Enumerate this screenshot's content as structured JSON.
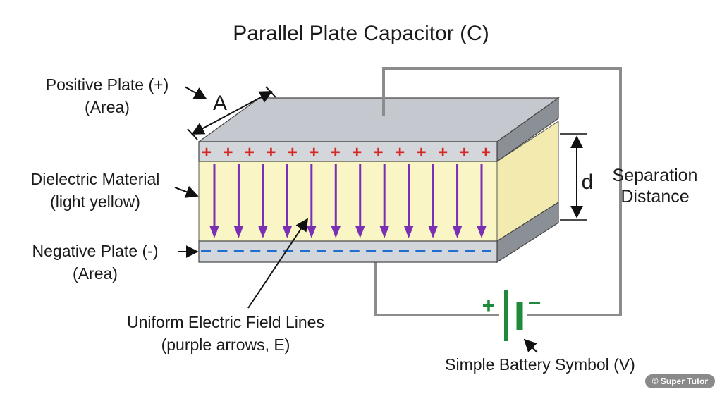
{
  "title": "Parallel Plate Capacitor (C)",
  "labels": {
    "positive_plate": [
      "Positive Plate (+)",
      "(Area)"
    ],
    "area_symbol": "A",
    "dielectric": [
      "Dielectric Material",
      "(light yellow)"
    ],
    "negative_plate": [
      "Negative Plate (-)",
      "(Area)"
    ],
    "field_lines": [
      "Uniform Electric Field Lines",
      "(purple arrows, E)"
    ],
    "distance_symbol": "d",
    "separation": [
      "Separation",
      "Distance"
    ],
    "battery": "Simple Battery Symbol (V)",
    "battery_plus": "+",
    "battery_minus": "−",
    "watermark": "© Super Tutor"
  },
  "plus_signs": [
    "+",
    "+",
    "+",
    "+",
    "+",
    "+",
    "+",
    "+",
    "+",
    "+",
    "+",
    "+",
    "+",
    "+"
  ],
  "field_line_count": 12,
  "negative_dash_count": 18,
  "colors": {
    "plate_top": "#c5c9cf",
    "plate_front": "#d3d6da",
    "plate_side": "#8b9097",
    "dielectric": "#faf5c4",
    "positive": "#d62727",
    "negative": "#1e6fd0",
    "field": "#7a2fb5",
    "wire": "#8c8c8c",
    "battery": "#1f8a3b"
  }
}
